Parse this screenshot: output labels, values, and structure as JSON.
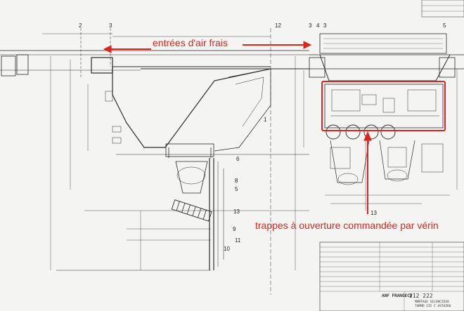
{
  "annotations": {
    "fresh_air": "entrées d'air frais",
    "hatches": "trappes à ouverture commandée par vérin"
  },
  "callouts_left": [
    "2",
    "3",
    "12",
    "1",
    "6",
    "8",
    "5",
    "13",
    "9",
    "11",
    "10"
  ],
  "callouts_right": [
    "3",
    "4",
    "3",
    "5",
    "13"
  ],
  "title_block": {
    "company": "ANF",
    "company_suffix": "FRANGECO",
    "drawing_number": "212 222",
    "title_line1": "MONTAGE SILENCIEUX",
    "title_line2": "TURMO III C ASTAZOU"
  },
  "colors": {
    "annotation": "#e0231b",
    "ink": "#2a2a2a",
    "paper": "#f4f4f2"
  }
}
